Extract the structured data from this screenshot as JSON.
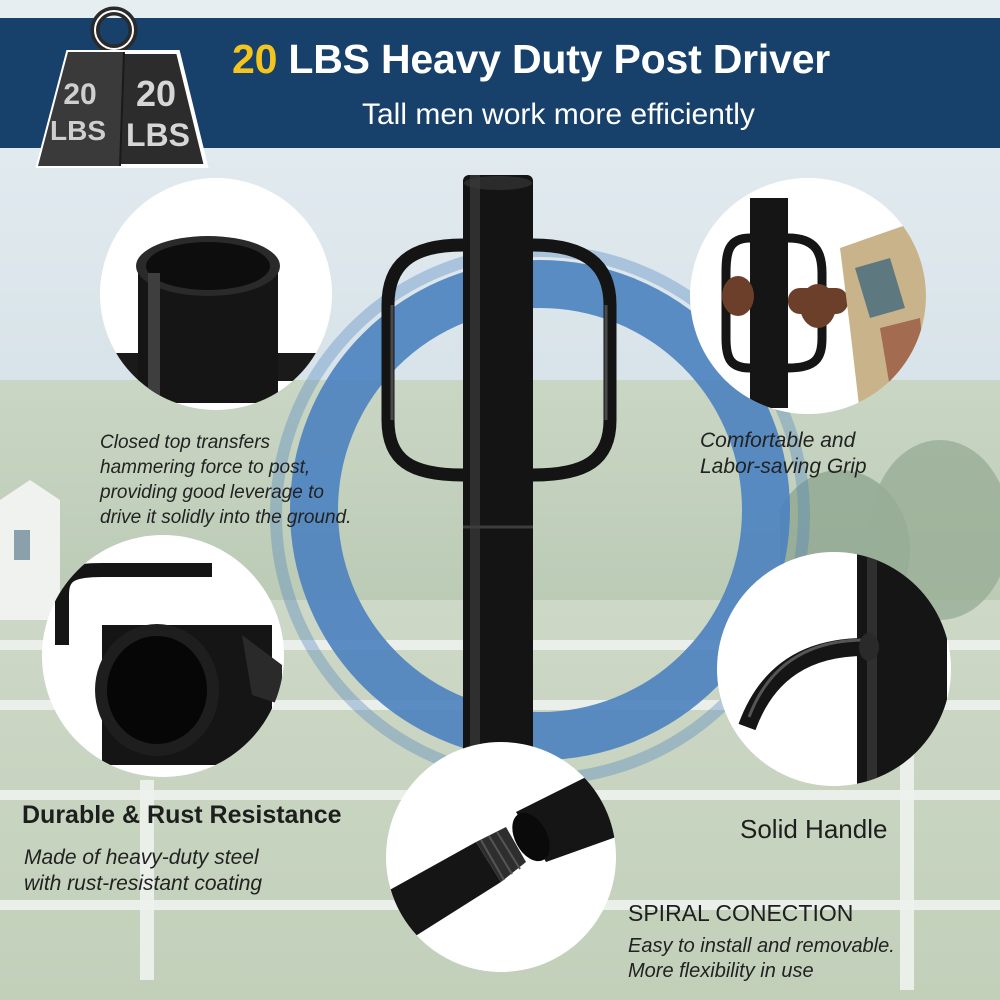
{
  "header": {
    "title_accent": "20",
    "title_rest": " LBS Heavy Duty Post Driver",
    "subtitle": "Tall men work more efficiently"
  },
  "weight_badge": {
    "left_text_top": "20",
    "left_text_bottom": "LBS",
    "right_text_top": "20",
    "right_text_bottom": "LBS",
    "icon": "weight-icon"
  },
  "features": {
    "closed_top": {
      "lines": [
        "Closed top transfers",
        "hammering force to post,",
        "providing good leverage to",
        "drive it solidly into the ground."
      ]
    },
    "grip": {
      "lines": [
        "Comfortable and",
        "Labor-saving Grip"
      ]
    },
    "durable": {
      "heading": "Durable & Rust Resistance",
      "lines": [
        "Made of heavy-duty steel",
        "with rust-resistant coating"
      ]
    },
    "handle": {
      "heading": "Solid Handle"
    },
    "spiral": {
      "heading": "SPIRAL CONECTION",
      "lines": [
        "Easy to install and removable.",
        "More flexibility in use"
      ]
    }
  },
  "colors": {
    "header_bg": "#17406a",
    "accent_yellow": "#f4c51f",
    "ring_blue": "#4b82c0",
    "steel_black": "#141414"
  }
}
